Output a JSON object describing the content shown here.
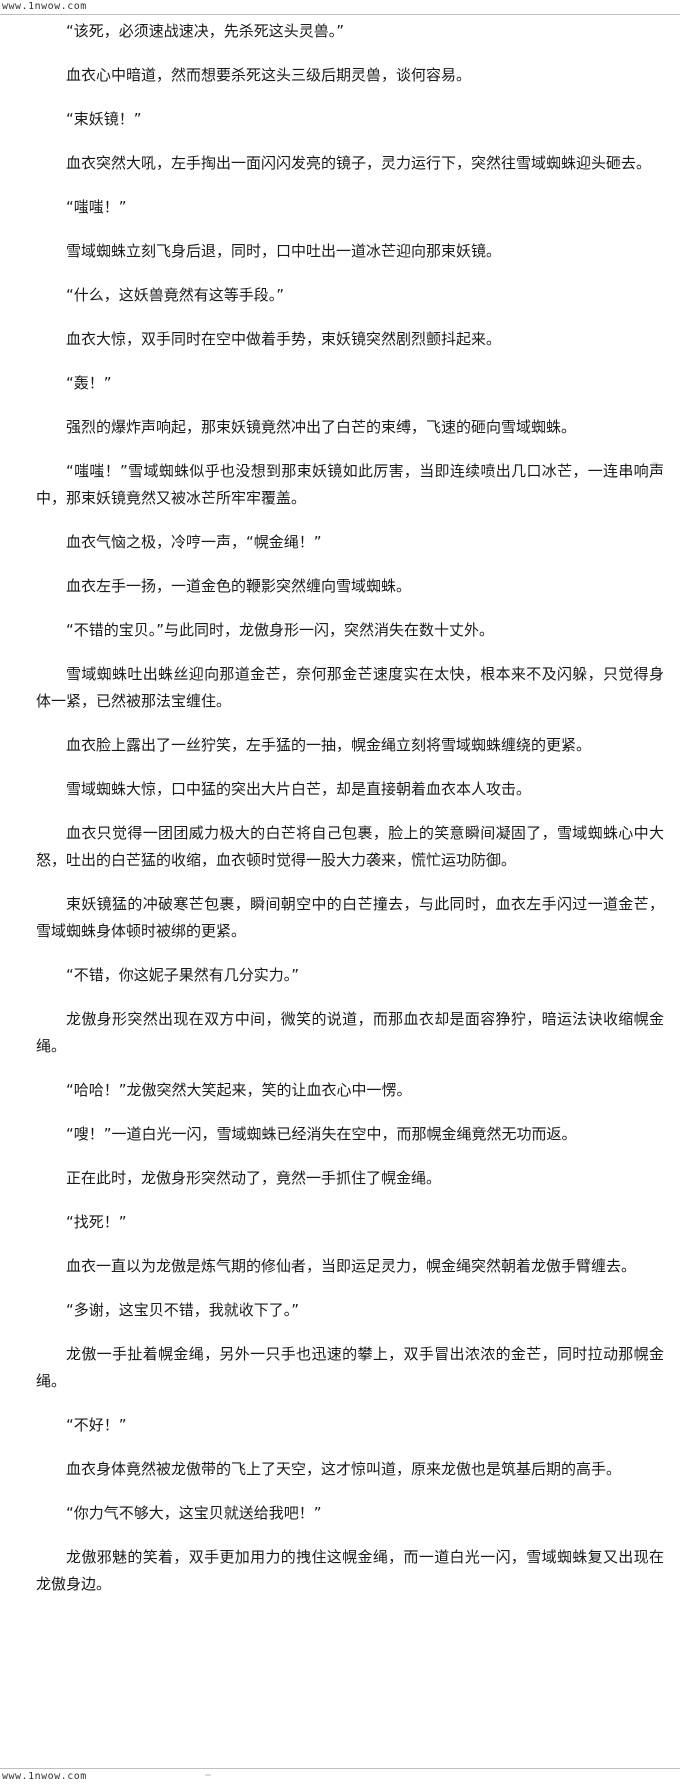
{
  "watermark": {
    "top": "www.1nwow.com",
    "bottom": "www.1nwow.com"
  },
  "paragraphs": [
    "“该死，必须速战速决，先杀死这头灵兽。”",
    "血衣心中暗道，然而想要杀死这头三级后期灵兽，谈何容易。",
    "“束妖镜！”",
    "血衣突然大吼，左手掏出一面闪闪发亮的镜子，灵力运行下，突然往雪域蜘蛛迎头砸去。",
    "“嗤嗤！”",
    "雪域蜘蛛立刻飞身后退，同时，口中吐出一道冰芒迎向那束妖镜。",
    "“什么，这妖兽竟然有这等手段。”",
    "血衣大惊，双手同时在空中做着手势，束妖镜突然剧烈颤抖起来。",
    "“轰！”",
    "强烈的爆炸声响起，那束妖镜竟然冲出了白芒的束缚，飞速的砸向雪域蜘蛛。",
    "“嗤嗤！”雪域蜘蛛似乎也没想到那束妖镜如此厉害，当即连续喷出几口冰芒，一连串响声中，那束妖镜竟然又被冰芒所牢牢覆盖。",
    "血衣气恼之极，冷哼一声，“幌金绳！”",
    "血衣左手一扬，一道金色的鞭影突然缠向雪域蜘蛛。",
    "“不错的宝贝。”与此同时，龙傲身形一闪，突然消失在数十丈外。",
    "雪域蜘蛛吐出蛛丝迎向那道金芒，奈何那金芒速度实在太快，根本来不及闪躲，只觉得身体一紧，已然被那法宝缠住。",
    "血衣脸上露出了一丝狞笑，左手猛的一抽，幌金绳立刻将雪域蜘蛛缠绕的更紧。",
    "雪域蜘蛛大惊，口中猛的突出大片白芒，却是直接朝着血衣本人攻击。",
    "血衣只觉得一团团威力极大的白芒将自己包裹，脸上的笑意瞬间凝固了，雪域蜘蛛心中大怒，吐出的白芒猛的收缩，血衣顿时觉得一股大力袭来，慌忙运功防御。",
    "束妖镜猛的冲破寒芒包裹，瞬间朝空中的白芒撞去，与此同时，血衣左手闪过一道金芒，雪域蜘蛛身体顿时被绑的更紧。",
    "“不错，你这妮子果然有几分实力。”",
    "龙傲身形突然出现在双方中间，微笑的说道，而那血衣却是面容狰狞，暗运法诀收缩幌金绳。",
    "“哈哈！”龙傲突然大笑起来，笑的让血衣心中一愣。",
    "“嗖！”一道白光一闪，雪域蜘蛛已经消失在空中，而那幌金绳竟然无功而返。",
    "正在此时，龙傲身形突然动了，竟然一手抓住了幌金绳。",
    "“找死！”",
    "血衣一直以为龙傲是炼气期的修仙者，当即运足灵力，幌金绳突然朝着龙傲手臂缠去。",
    "“多谢，这宝贝不错，我就收下了。”",
    "龙傲一手扯着幌金绳，另外一只手也迅速的攀上，双手冒出浓浓的金芒，同时拉动那幌金绳。",
    "“不好！”",
    "血衣身体竟然被龙傲带的飞上了天空，这才惊叫道，原来龙傲也是筑基后期的高手。",
    "“你力气不够大，这宝贝就送给我吧！”",
    "龙傲邪魅的笑着，双手更加用力的拽住这幌金绳，而一道白光一闪，雪域蜘蛛复又出现在龙傲身边。"
  ]
}
